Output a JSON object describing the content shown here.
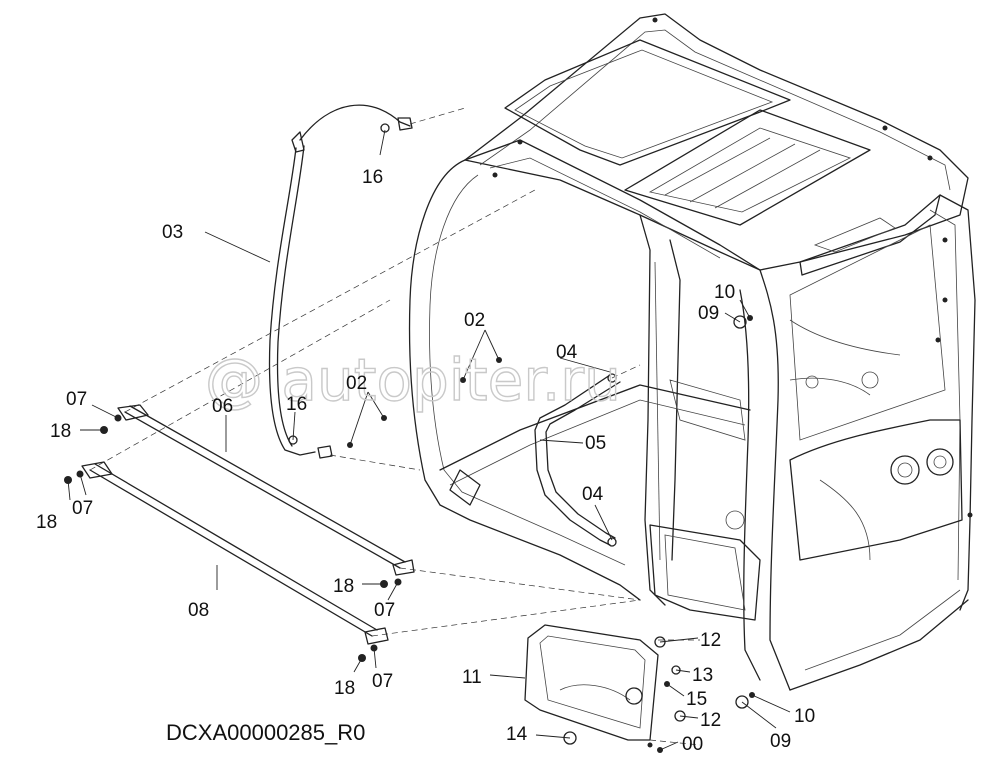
{
  "diagram": {
    "drawing_code": "DCXA00000285_R0",
    "watermark": "@ autopiter.ru",
    "callouts": [
      {
        "id": "c16a",
        "text": "16"
      },
      {
        "id": "c03",
        "text": "03"
      },
      {
        "id": "c02a",
        "text": "02"
      },
      {
        "id": "c04a",
        "text": "04"
      },
      {
        "id": "c02b",
        "text": "02"
      },
      {
        "id": "c16b",
        "text": "16"
      },
      {
        "id": "c07a",
        "text": "07"
      },
      {
        "id": "c06",
        "text": "06"
      },
      {
        "id": "c18a",
        "text": "18"
      },
      {
        "id": "c05",
        "text": "05"
      },
      {
        "id": "c18b",
        "text": "18"
      },
      {
        "id": "c07b",
        "text": "07"
      },
      {
        "id": "c04b",
        "text": "04"
      },
      {
        "id": "c10a",
        "text": "10"
      },
      {
        "id": "c09a",
        "text": "09"
      },
      {
        "id": "c18c",
        "text": "18"
      },
      {
        "id": "c07c",
        "text": "07"
      },
      {
        "id": "c08",
        "text": "08"
      },
      {
        "id": "c12a",
        "text": "12"
      },
      {
        "id": "c11",
        "text": "11"
      },
      {
        "id": "c13",
        "text": "13"
      },
      {
        "id": "c15",
        "text": "15"
      },
      {
        "id": "c18d",
        "text": "18"
      },
      {
        "id": "c07d",
        "text": "07"
      },
      {
        "id": "c12b",
        "text": "12"
      },
      {
        "id": "c10b",
        "text": "10"
      },
      {
        "id": "c14",
        "text": "14"
      },
      {
        "id": "c00",
        "text": "00"
      },
      {
        "id": "c09b",
        "text": "09"
      }
    ]
  }
}
